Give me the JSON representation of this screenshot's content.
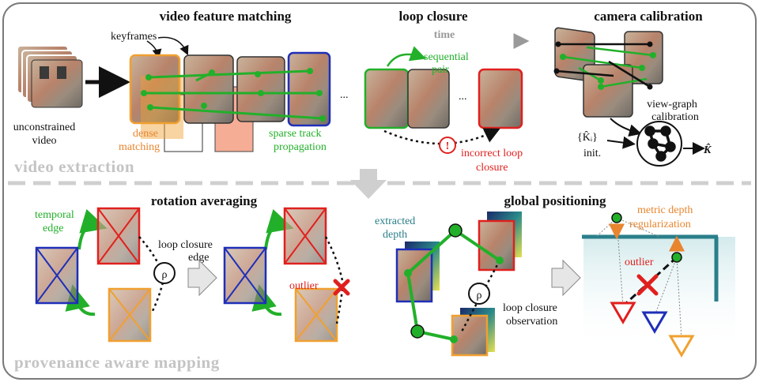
{
  "sections": {
    "top": "video extraction",
    "bottom": "provenance aware mapping"
  },
  "top": {
    "input": {
      "line1": "unconstrained",
      "line2": "video"
    },
    "feature_matching": {
      "title": "video feature matching",
      "keyframes": "keyframes",
      "dense1": "dense",
      "dense2": "matching",
      "sparse1": "sparse track",
      "sparse2": "propagation",
      "ellipsis": "..."
    },
    "loop_closure": {
      "title": "loop closure",
      "time": "time",
      "seq1": "sequential",
      "seq2": "pair",
      "ellipsis": "...",
      "warn": "!",
      "incorrect1": "incorrect loop",
      "incorrect2": "closure"
    },
    "camera_calibration": {
      "title": "camera calibration",
      "vg1": "view-graph",
      "vg2": "calibration",
      "init_set": "{K̂ᵢ}",
      "init": "init.",
      "k_hat": "K̂"
    }
  },
  "bottom": {
    "rotation_averaging": {
      "title": "rotation averaging",
      "temporal1": "temporal",
      "temporal2": "edge",
      "loop1": "loop closure",
      "loop2": "edge",
      "rho": "ρ",
      "outlier": "outlier"
    },
    "global_positioning": {
      "title": "global positioning",
      "depth1": "extracted",
      "depth2": "depth",
      "rho": "ρ",
      "obs1": "loop closure",
      "obs2": "observation",
      "metric1": "metric depth",
      "metric2": "regularization",
      "outlier": "outlier"
    }
  },
  "colors": {
    "green": "#22b02a",
    "orange": "#f0a030",
    "red": "#e0201e",
    "blue": "#1f2fb8",
    "teal": "#2a7f8a",
    "gray": "#c4c4c4"
  }
}
